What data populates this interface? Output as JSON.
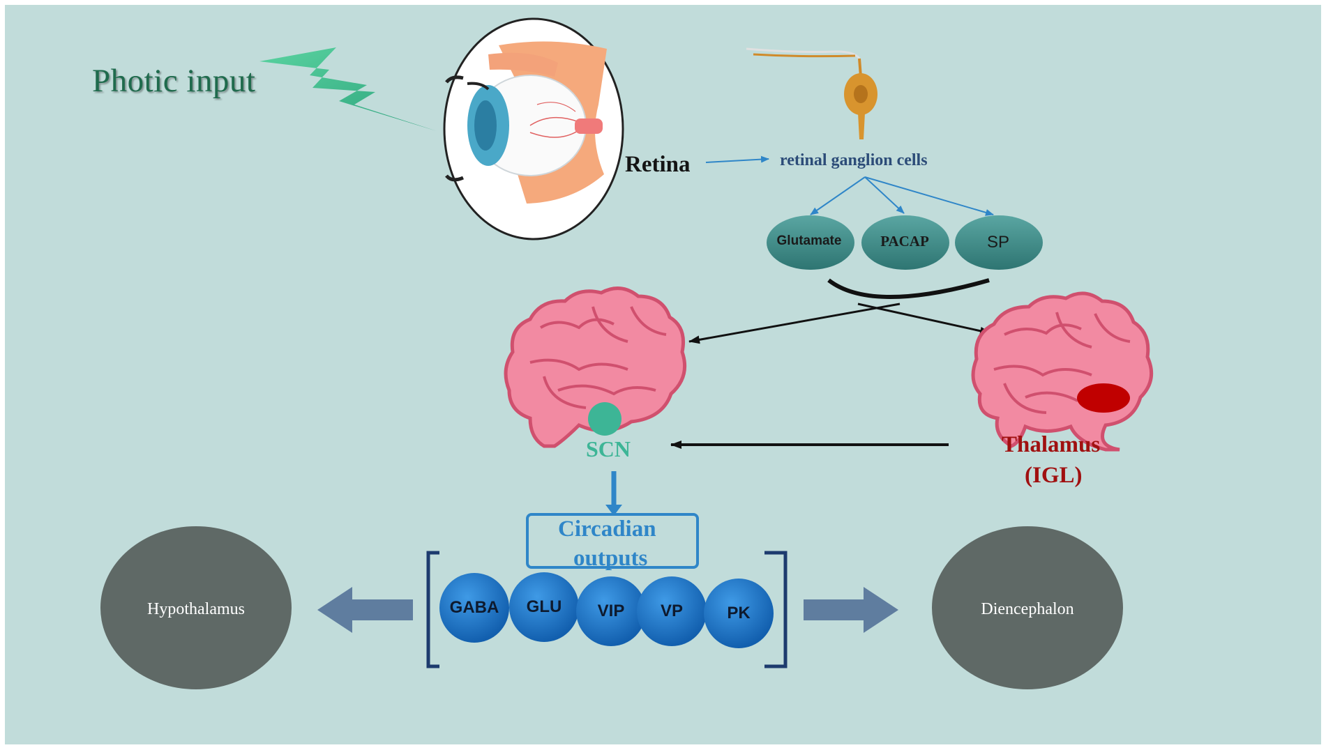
{
  "title": "Photic input",
  "retina_label": "Retina",
  "rgc_label": "retinal ganglion cells",
  "neurotransmitters_top": [
    "Glutamate",
    "PACAP",
    "SP"
  ],
  "scn_label": "SCN",
  "thalamus_label_line1": "Thalamus",
  "thalamus_label_line2": "(IGL)",
  "circadian_line1": "Circadian",
  "circadian_line2": "outputs",
  "outputs": [
    "GABA",
    "GLU",
    "VIP",
    "VP",
    "PK"
  ],
  "left_target": "Hypothalamus",
  "right_target": "Diencephalon",
  "colors": {
    "background": "#c1dcda",
    "lightning": "#3dbf8a",
    "pill": "#3f8a88",
    "scn": "#3db596",
    "thalamus": "#a01010",
    "brain": "#f08aa0",
    "output_ball": "#1a73c9",
    "region_ellipse": "#5f6966",
    "block_arrow": "#5f7d9f"
  },
  "icons": [
    "lightning-icon",
    "eye-icon",
    "neuron-icon",
    "brain-icon"
  ]
}
